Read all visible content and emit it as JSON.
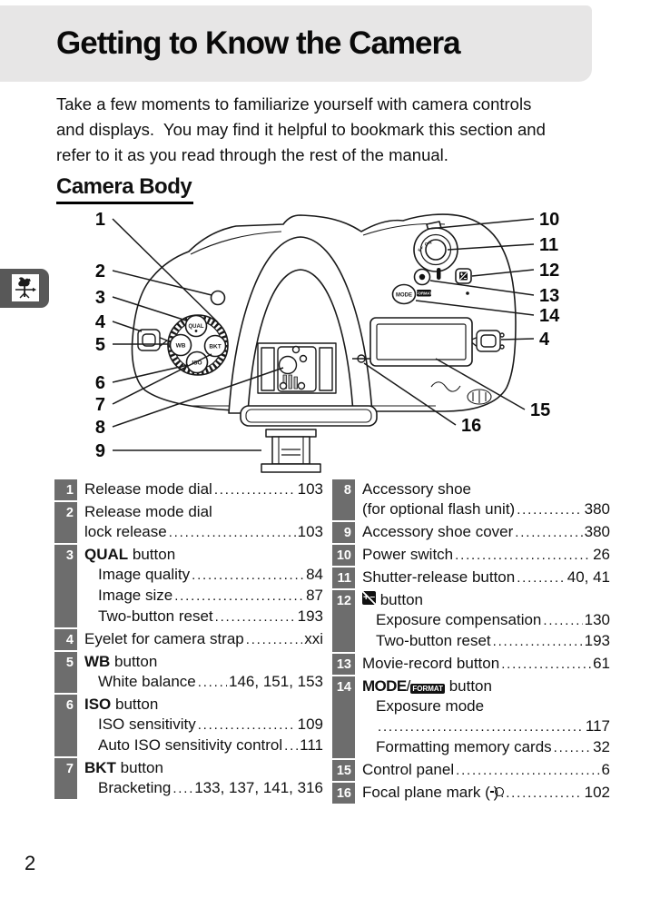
{
  "page": {
    "title": "Getting to Know the Camera",
    "intro": "Take a few moments to familiarize yourself with camera controls\nand displays.  You may find it helpful to bookmark this section and\nrefer to it as you read through the rest of the manual.",
    "section_heading": "Camera Body",
    "page_number": "2"
  },
  "diagram": {
    "callouts": {
      "c1": "1",
      "c2": "2",
      "c3": "3",
      "c4": "4",
      "c5": "5",
      "c6": "6",
      "c7": "7",
      "c8": "8",
      "c9": "9",
      "c10": "10",
      "c11": "11",
      "c12": "12",
      "c13": "13",
      "c14": "14",
      "c4r": "4",
      "c15": "15",
      "c16": "16"
    },
    "labels": {
      "qual": "QUAL",
      "wb": "WB",
      "bkt": "BKT",
      "iso": "ISO",
      "mode": "MODE",
      "format": "FORMAT",
      "power": "OFF ON"
    }
  },
  "colors": {
    "banner_gray": "#e7e6e6",
    "badge_gray": "#6d6d6d",
    "tab_gray": "#585858",
    "ink": "#111111"
  },
  "parts_list": {
    "left": [
      {
        "num": "1",
        "lines": [
          {
            "indent": 0,
            "segments": [
              {
                "text": "Release mode dial"
              }
            ],
            "page": "103"
          }
        ]
      },
      {
        "num": "2",
        "lines": [
          {
            "indent": 0,
            "segments": [
              {
                "text": "Release mode dial"
              }
            ]
          },
          {
            "indent": 0,
            "segments": [
              {
                "text": "lock release"
              }
            ],
            "page": "103"
          }
        ]
      },
      {
        "num": "3",
        "lines": [
          {
            "indent": 0,
            "segments": [
              {
                "text": "QUAL",
                "bold": true
              },
              {
                "text": " button"
              }
            ]
          },
          {
            "indent": 1,
            "segments": [
              {
                "text": "Image quality"
              }
            ],
            "page": "84"
          },
          {
            "indent": 1,
            "segments": [
              {
                "text": "Image size"
              }
            ],
            "page": "87"
          },
          {
            "indent": 1,
            "segments": [
              {
                "text": "Two-button reset"
              }
            ],
            "page": "193"
          }
        ]
      },
      {
        "num": "4",
        "lines": [
          {
            "indent": 0,
            "segments": [
              {
                "text": "Eyelet for camera strap"
              }
            ],
            "page": "xxi"
          }
        ]
      },
      {
        "num": "5",
        "lines": [
          {
            "indent": 0,
            "segments": [
              {
                "text": "WB",
                "bold": true
              },
              {
                "text": " button"
              }
            ]
          },
          {
            "indent": 1,
            "segments": [
              {
                "text": "White balance"
              }
            ],
            "page": "146, 151, 153"
          }
        ]
      },
      {
        "num": "6",
        "lines": [
          {
            "indent": 0,
            "segments": [
              {
                "text": "ISO",
                "bold": true
              },
              {
                "text": " button"
              }
            ]
          },
          {
            "indent": 1,
            "segments": [
              {
                "text": "ISO sensitivity"
              }
            ],
            "page": "109"
          },
          {
            "indent": 1,
            "segments": [
              {
                "text": "Auto ISO sensitivity control"
              }
            ],
            "page": "111"
          }
        ]
      },
      {
        "num": "7",
        "lines": [
          {
            "indent": 0,
            "segments": [
              {
                "text": "BKT",
                "bold": true
              },
              {
                "text": " button"
              }
            ]
          },
          {
            "indent": 1,
            "segments": [
              {
                "text": "Bracketing"
              }
            ],
            "page": "133, 137, 141, 316"
          }
        ]
      }
    ],
    "right": [
      {
        "num": "8",
        "lines": [
          {
            "indent": 0,
            "segments": [
              {
                "text": "Accessory shoe"
              }
            ]
          },
          {
            "indent": 0,
            "segments": [
              {
                "text": "(for optional flash unit)"
              }
            ],
            "page": "380"
          }
        ]
      },
      {
        "num": "9",
        "lines": [
          {
            "indent": 0,
            "segments": [
              {
                "text": "Accessory shoe cover"
              }
            ],
            "page": "380"
          }
        ]
      },
      {
        "num": "10",
        "lines": [
          {
            "indent": 0,
            "segments": [
              {
                "text": "Power switch"
              }
            ],
            "page": "26"
          }
        ]
      },
      {
        "num": "11",
        "lines": [
          {
            "indent": 0,
            "segments": [
              {
                "text": "Shutter-release button"
              }
            ],
            "page": "40, 41"
          }
        ]
      },
      {
        "num": "12",
        "lines": [
          {
            "indent": 0,
            "segments": [
              {
                "icon": "exposure-comp"
              },
              {
                "text": " button"
              }
            ]
          },
          {
            "indent": 1,
            "segments": [
              {
                "text": "Exposure compensation"
              }
            ],
            "page": "130"
          },
          {
            "indent": 1,
            "segments": [
              {
                "text": "Two-button reset"
              }
            ],
            "page": "193"
          }
        ]
      },
      {
        "num": "13",
        "lines": [
          {
            "indent": 0,
            "segments": [
              {
                "text": "Movie-record button"
              }
            ],
            "page": "61"
          }
        ]
      },
      {
        "num": "14",
        "lines": [
          {
            "indent": 0,
            "segments": [
              {
                "text": "MODE",
                "mode": true
              },
              {
                "text": "/"
              },
              {
                "icon": "format-box",
                "text": "FORMAT"
              },
              {
                "text": " button"
              }
            ]
          },
          {
            "indent": 1,
            "segments": [
              {
                "text": "Exposure mode"
              }
            ]
          },
          {
            "indent": 1,
            "segments": [],
            "page": "117"
          },
          {
            "indent": 1,
            "segments": [
              {
                "text": "Formatting memory cards"
              }
            ],
            "page": "32"
          }
        ]
      },
      {
        "num": "15",
        "lines": [
          {
            "indent": 0,
            "segments": [
              {
                "text": "Control panel"
              }
            ],
            "page": "6"
          }
        ]
      },
      {
        "num": "16",
        "lines": [
          {
            "indent": 0,
            "segments": [
              {
                "text": "Focal plane mark ("
              },
              {
                "icon": "focal-plane"
              },
              {
                "text": ")"
              }
            ],
            "page": "102"
          }
        ]
      }
    ]
  }
}
